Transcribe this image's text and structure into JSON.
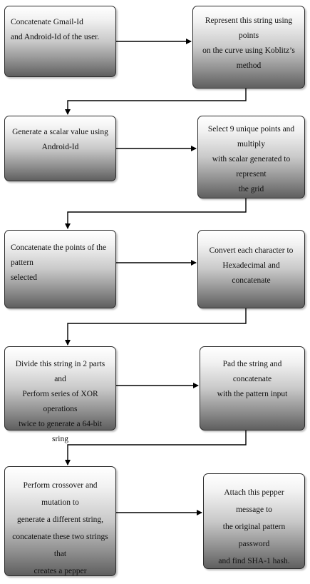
{
  "nodes": [
    {
      "id": "n1",
      "text": "Concatenate Gmail-Id\nand Android-Id of the user."
    },
    {
      "id": "n2",
      "text": "Represent this string using points\non the curve using Koblitz’s method"
    },
    {
      "id": "n3",
      "text": "Generate a scalar value using\nAndroid-Id"
    },
    {
      "id": "n4",
      "text": "Select 9 unique points and multiply\nwith scalar generated to represent\nthe grid"
    },
    {
      "id": "n5",
      "text": "Concatenate the points of the pattern\nselected"
    },
    {
      "id": "n6",
      "text": "Convert each character to\nHexadecimal and concatenate"
    },
    {
      "id": "n7",
      "text": "Divide this string in 2 parts and\nPerform series of XOR operations\ntwice to generate a 64-bit sring"
    },
    {
      "id": "n8",
      "text": "Pad the string and concatenate\nwith the pattern input"
    },
    {
      "id": "n9",
      "text": "Perform crossover and mutation to\ngenerate a different string,\nconcatenate these two strings that\ncreates a pepper"
    },
    {
      "id": "n10",
      "text": "Attach this pepper message to\nthe original pattern password\nand find SHA-1 hash."
    }
  ],
  "edges": [
    {
      "from": "n1",
      "to": "n2"
    },
    {
      "from": "n2",
      "to": "n3"
    },
    {
      "from": "n3",
      "to": "n4"
    },
    {
      "from": "n4",
      "to": "n5"
    },
    {
      "from": "n5",
      "to": "n6"
    },
    {
      "from": "n6",
      "to": "n7"
    },
    {
      "from": "n7",
      "to": "n8"
    },
    {
      "from": "n8",
      "to": "n9"
    },
    {
      "from": "n9",
      "to": "n10"
    }
  ]
}
